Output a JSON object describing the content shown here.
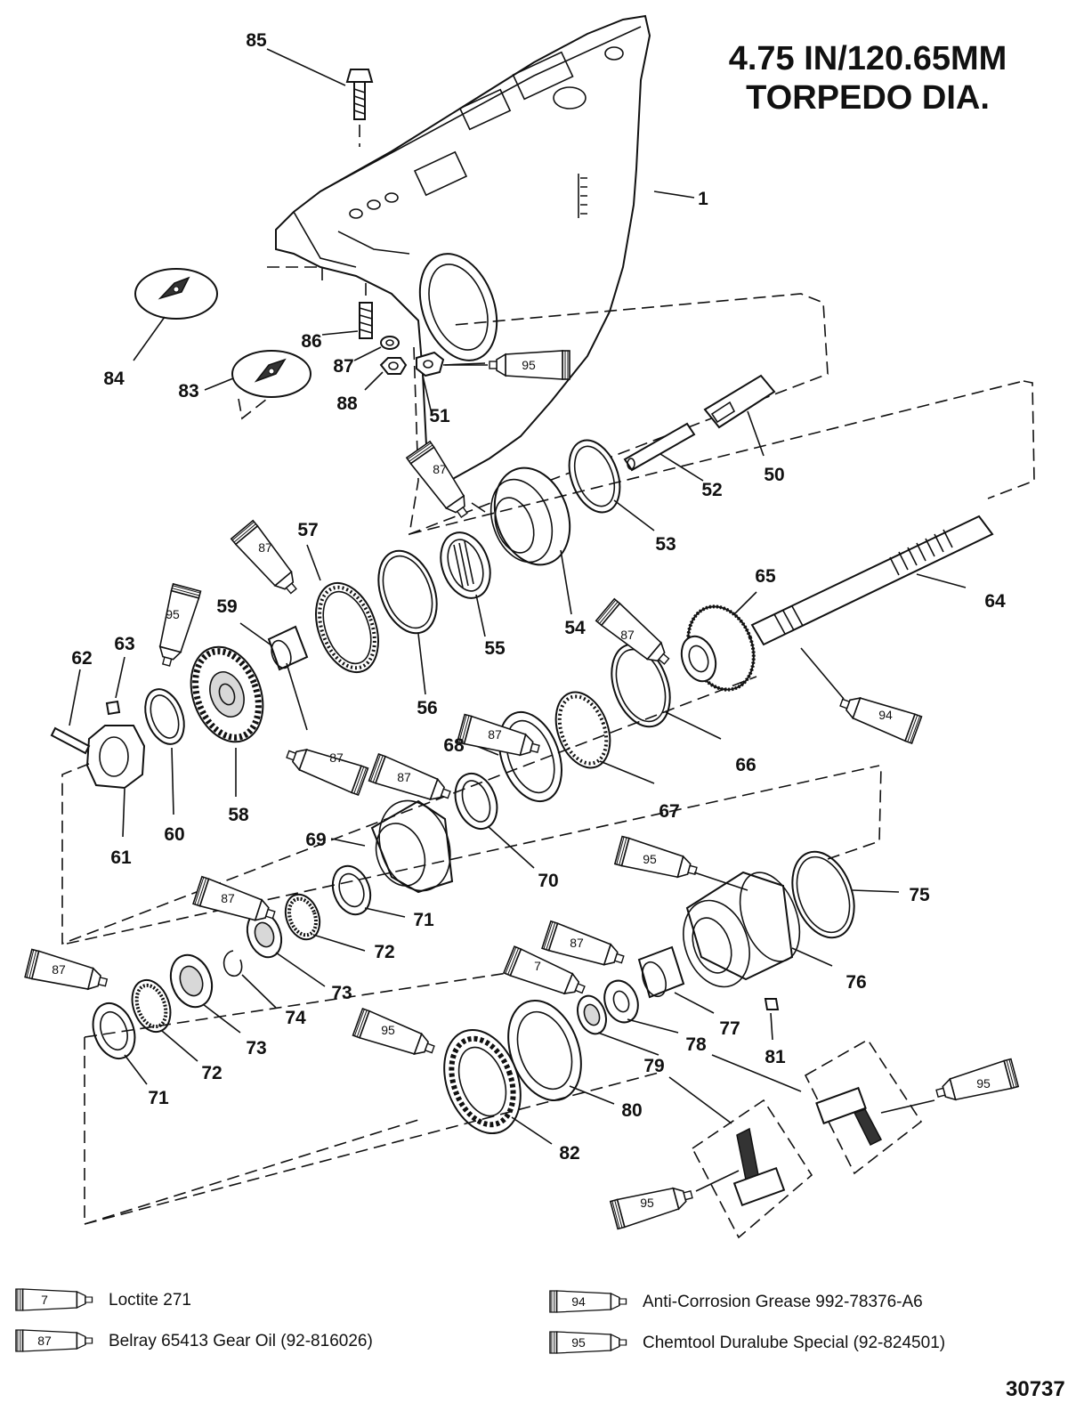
{
  "title": {
    "line1": "4.75 IN/120.65MM",
    "line2": "TORPEDO DIA."
  },
  "figure_number": "30737",
  "callouts": [
    {
      "id": "85",
      "label": "85"
    },
    {
      "id": "1",
      "label": "1"
    },
    {
      "id": "84",
      "label": "84"
    },
    {
      "id": "86",
      "label": "86"
    },
    {
      "id": "87",
      "label": "87"
    },
    {
      "id": "88",
      "label": "88"
    },
    {
      "id": "83",
      "label": "83"
    },
    {
      "id": "51",
      "label": "51"
    },
    {
      "id": "50",
      "label": "50"
    },
    {
      "id": "52",
      "label": "52"
    },
    {
      "id": "53",
      "label": "53"
    },
    {
      "id": "57",
      "label": "57"
    },
    {
      "id": "65",
      "label": "65"
    },
    {
      "id": "64",
      "label": "64"
    },
    {
      "id": "54",
      "label": "54"
    },
    {
      "id": "55",
      "label": "55"
    },
    {
      "id": "59",
      "label": "59"
    },
    {
      "id": "63",
      "label": "63"
    },
    {
      "id": "62",
      "label": "62"
    },
    {
      "id": "56",
      "label": "56"
    },
    {
      "id": "66",
      "label": "66"
    },
    {
      "id": "68",
      "label": "68"
    },
    {
      "id": "67",
      "label": "67"
    },
    {
      "id": "58",
      "label": "58"
    },
    {
      "id": "60",
      "label": "60"
    },
    {
      "id": "61",
      "label": "61"
    },
    {
      "id": "69",
      "label": "69"
    },
    {
      "id": "70",
      "label": "70"
    },
    {
      "id": "75",
      "label": "75"
    },
    {
      "id": "71a",
      "label": "71"
    },
    {
      "id": "72a",
      "label": "72"
    },
    {
      "id": "76",
      "label": "76"
    },
    {
      "id": "73a",
      "label": "73"
    },
    {
      "id": "74",
      "label": "74"
    },
    {
      "id": "77",
      "label": "77"
    },
    {
      "id": "78",
      "label": "78"
    },
    {
      "id": "81",
      "label": "81"
    },
    {
      "id": "73b",
      "label": "73"
    },
    {
      "id": "72b",
      "label": "72"
    },
    {
      "id": "79",
      "label": "79"
    },
    {
      "id": "71b",
      "label": "71"
    },
    {
      "id": "80",
      "label": "80"
    },
    {
      "id": "82",
      "label": "82"
    }
  ],
  "lubricant_tubes": [
    {
      "id": "t95a",
      "number": "95"
    },
    {
      "id": "t87a",
      "number": "87"
    },
    {
      "id": "t87b",
      "number": "87"
    },
    {
      "id": "t95b",
      "number": "95"
    },
    {
      "id": "t87c",
      "number": "87"
    },
    {
      "id": "t87d",
      "number": "87"
    },
    {
      "id": "t94",
      "number": "94"
    },
    {
      "id": "t87e",
      "number": "87"
    },
    {
      "id": "t87f",
      "number": "87"
    },
    {
      "id": "t95c",
      "number": "95"
    },
    {
      "id": "t87g",
      "number": "87"
    },
    {
      "id": "t87h",
      "number": "87"
    },
    {
      "id": "t7",
      "number": "7"
    },
    {
      "id": "t87i",
      "number": "87"
    },
    {
      "id": "t95d",
      "number": "95"
    },
    {
      "id": "t95e",
      "number": "95"
    },
    {
      "id": "t95f",
      "number": "95"
    }
  ],
  "legend": [
    {
      "number": "7",
      "text": "Loctite 271"
    },
    {
      "number": "87",
      "text": "Belray 65413 Gear Oil (92-816026)"
    },
    {
      "number": "94",
      "text": "Anti-Corrosion Grease 992-78376-A6"
    },
    {
      "number": "95",
      "text": "Chemtool Duralube Special (92-824501)"
    }
  ]
}
